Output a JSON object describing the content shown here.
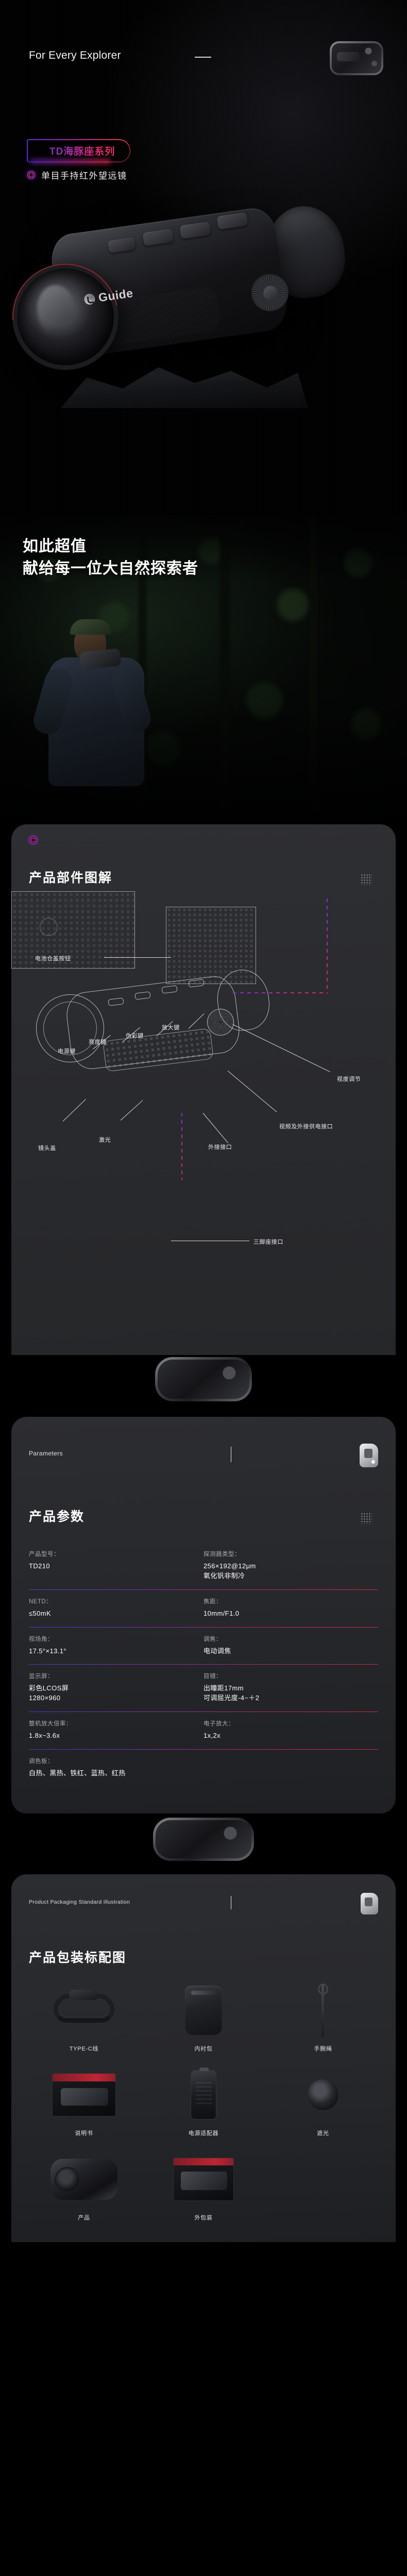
{
  "hero": {
    "eyebrow": "For Every Explorer",
    "badge": "TD海豚座系列",
    "subtitle": "单目手持红外望远镜",
    "device_brand": "Guide"
  },
  "lifestyle": {
    "headline_line1": "如此超值",
    "headline_line2": "献给每一位大自然探索者"
  },
  "parts": {
    "title": "产品部件图解",
    "callouts": [
      {
        "label": "电池仓盖按钮"
      },
      {
        "label": "电源键"
      },
      {
        "label": "亮度键"
      },
      {
        "label": "伪彩键"
      },
      {
        "label": "放大键"
      },
      {
        "label": "视度调节"
      },
      {
        "label": "视频及外接供电接口"
      },
      {
        "label": "镜头盖"
      },
      {
        "label": "激光"
      },
      {
        "label": "外接接口"
      },
      {
        "label": "三脚座接口"
      }
    ]
  },
  "spec": {
    "header_label": "Parameters",
    "title": "产品参数",
    "rows": [
      {
        "left": {
          "key": "产品型号：",
          "value": "TD210"
        },
        "right": {
          "key": "探测器类型：",
          "value": "256×192@12μm\n氧化钒非制冷"
        }
      },
      {
        "left": {
          "key": "NETD：",
          "value": "≤50mK"
        },
        "right": {
          "key": "焦距：",
          "value": "10mm/F1.0"
        }
      },
      {
        "left": {
          "key": "视场角：",
          "value": "17.5°×13.1°"
        },
        "right": {
          "key": "调焦：",
          "value": "电动调焦"
        }
      },
      {
        "left": {
          "key": "显示屏：",
          "value": "彩色LCOS屏\n1280×960"
        },
        "right": {
          "key": "目镜：",
          "value": "出瞳距17mm\n可调屈光度-4~＋2"
        }
      },
      {
        "left": {
          "key": "整机放大倍率：",
          "value": "1.8x~3.6x"
        },
        "right": {
          "key": "电子放大：",
          "value": "1x,2x"
        }
      },
      {
        "left": {
          "key": "调色板：",
          "value": "白热、黑热、铁红、蓝热、红热"
        },
        "right": {
          "key": "",
          "value": ""
        }
      }
    ]
  },
  "package": {
    "header_label": "Product Packaging Standard Illustration",
    "title": "产品包装标配图",
    "items": [
      {
        "label": "TYPE-C线",
        "art": "strap-icon"
      },
      {
        "label": "内衬包",
        "art": "bag-icon"
      },
      {
        "label": "手腕绳",
        "art": "wrist-strap-icon"
      },
      {
        "label": "说明书",
        "art": "manual-icon"
      },
      {
        "label": "电源适配器",
        "art": "battery-icon"
      },
      {
        "label": "遮光",
        "art": "lens-cap-icon"
      },
      {
        "label": "产品",
        "art": "product-icon"
      },
      {
        "label": "外包装",
        "art": "carton-icon"
      }
    ]
  },
  "colors": {
    "accent_purple": "#7b2ce0",
    "accent_magenta": "#c2288f",
    "accent_red": "#e8243f",
    "card_bg": "#2a2b2f",
    "page_bg": "#000000"
  }
}
